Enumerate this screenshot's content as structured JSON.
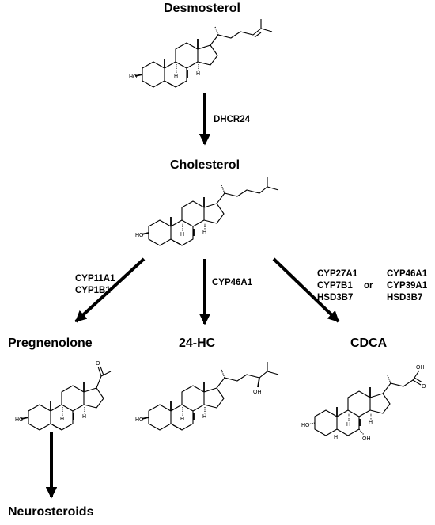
{
  "compounds": {
    "desmosterol": "Desmosterol",
    "cholesterol": "Cholesterol",
    "pregnenolone": "Pregnenolone",
    "hc24": "24-HC",
    "cdca": "CDCA",
    "neurosteroids": "Neurosteroids"
  },
  "enzymes": {
    "dhcr24": "DHCR24",
    "left_1": "CYP11A1",
    "left_2": "CYP1B1",
    "middle": "CYP46A1",
    "right_a_1": "CYP27A1",
    "right_a_2": "CYP7B1",
    "right_a_3": "HSD3B7",
    "or": "or",
    "right_b_1": "CYP46A1",
    "right_b_2": "CYP39A1",
    "right_b_3": "HSD3B7"
  },
  "atom_labels": {
    "ho": "HO",
    "oh": "OH",
    "h": "H",
    "o": "O"
  },
  "colors": {
    "ink": "#000000",
    "background": "#ffffff"
  }
}
